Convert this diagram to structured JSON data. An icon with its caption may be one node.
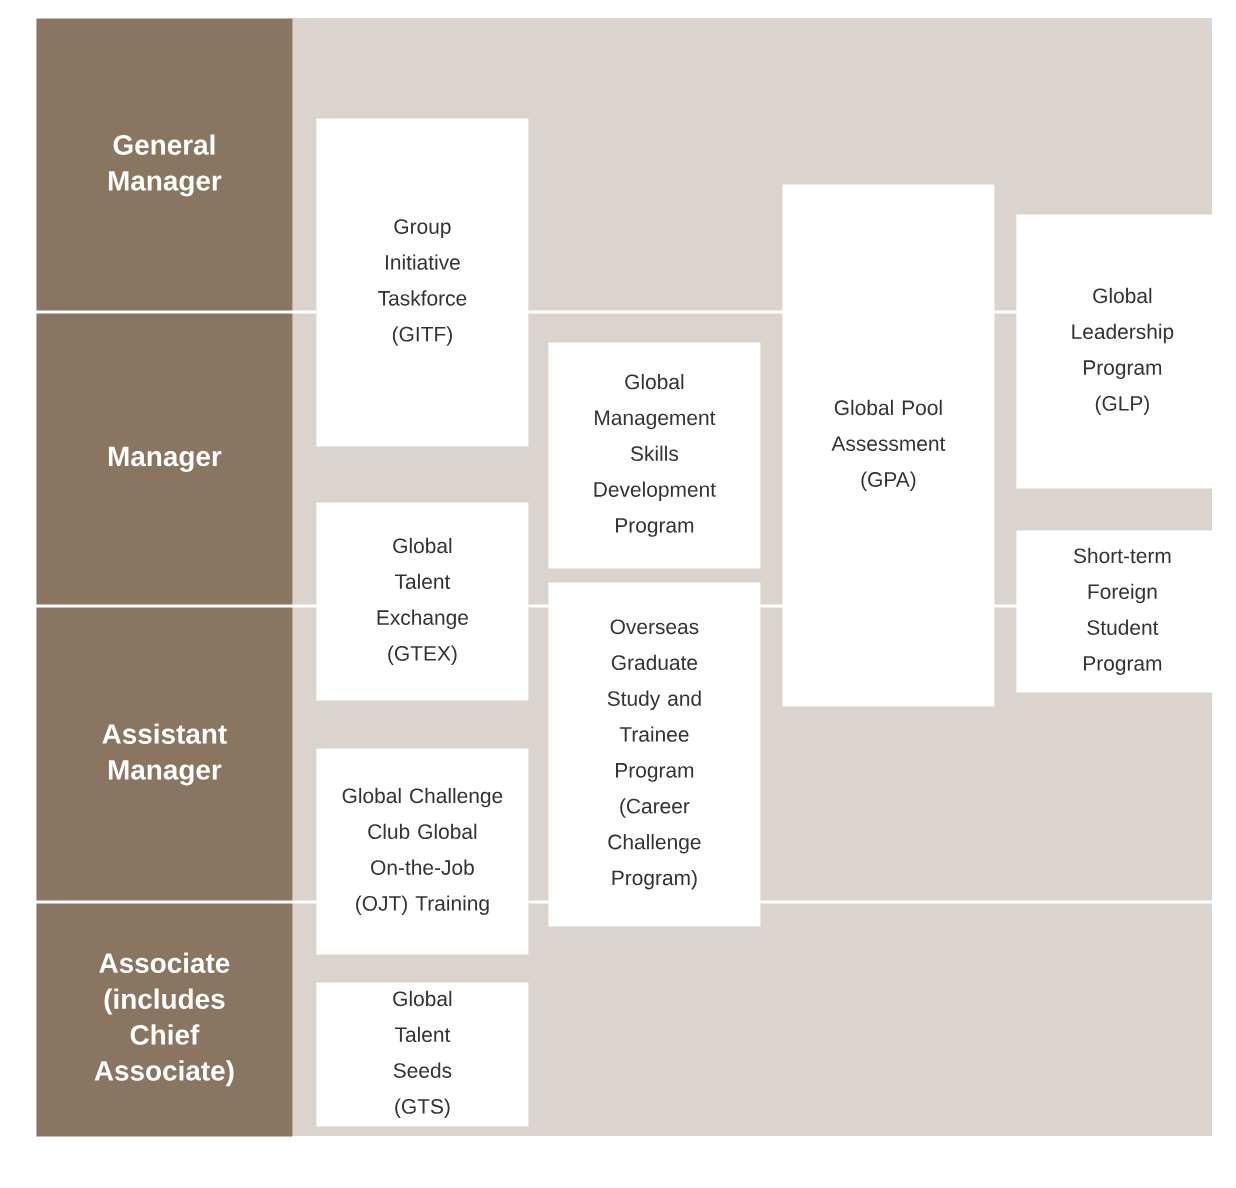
{
  "diagram": {
    "nodes": [
      {
        "text": [
          "General Manager"
        ]
      },
      {
        "text": [
          "Manager"
        ]
      },
      {
        "text": [
          "Assistant Manager"
        ]
      },
      {
        "text": [
          "Associate (includes Chief Associate)"
        ]
      },
      {
        "text": [
          "Group Initiative Taskforce (GITF)"
        ]
      },
      {
        "text": [
          "Global Talent Exchange (GTEX)"
        ]
      },
      {
        "text": [
          "Global Challenge Club Global On-the-Job (OJT) Training"
        ]
      },
      {
        "text": [
          "Global Talent Seeds (GTS)"
        ]
      },
      {
        "text": [
          "Global Management Skills Development Program"
        ]
      },
      {
        "text": [
          "Overseas Graduate Study and Trainee Program (Career Challenge Program)"
        ]
      },
      {
        "text": [
          "Global Pool Assessment (GPA)"
        ]
      },
      {
        "text": [
          "Global Leadership Program (GLP)"
        ]
      },
      {
        "text": [
          "Short-term Foreign Student Program"
        ]
      }
    ]
  }
}
